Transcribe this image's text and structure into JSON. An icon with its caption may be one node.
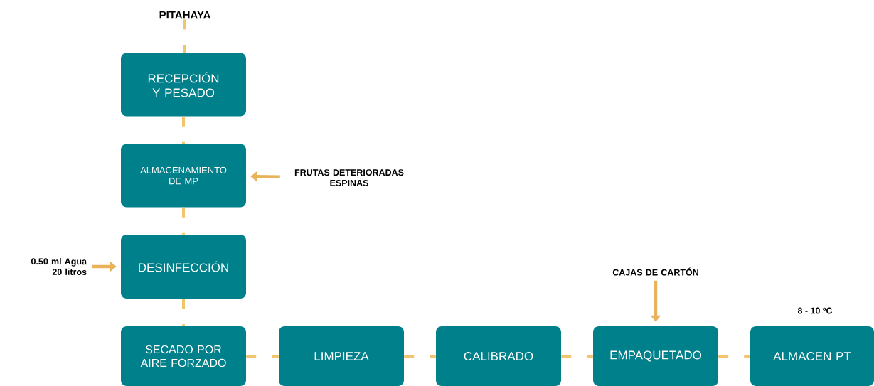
{
  "diagram": {
    "nodes": [
      {
        "text": [
          "PITAHAYA"
        ]
      },
      {
        "text": [
          "RECEPCIÓN Y PESADO"
        ]
      },
      {
        "text": [
          "ALMACENAMIENTO DE MP"
        ]
      },
      {
        "text": [
          "FRUTAS DETERIORADAS ESPINAS"
        ]
      },
      {
        "text": [
          "DESINFECCIÓN"
        ]
      },
      {
        "text": [
          "0.50 ml Agua 20 litros"
        ]
      },
      {
        "text": [
          "SECADO POR AIRE FORZADO"
        ]
      },
      {
        "text": [
          "LIMPIEZA"
        ]
      },
      {
        "text": [
          "CALIBRADO"
        ]
      },
      {
        "text": [
          "CAJAS DE CARTÓN"
        ]
      },
      {
        "text": [
          "EMPAQUETADO"
        ]
      },
      {
        "text": [
          "ALMACEN PT"
        ],
        "beside": [
          "8 - 10 ºC"
        ]
      }
    ],
    "edges": [
      {
        "from": 0,
        "to": 1,
        "arrow": "none",
        "style": "dashed"
      },
      {
        "from": 1,
        "to": 2,
        "arrow": "none",
        "style": "dashed"
      },
      {
        "from": 3,
        "to": 2,
        "arrow": "to"
      },
      {
        "from": 2,
        "to": 4,
        "arrow": "none",
        "style": "dashed"
      },
      {
        "from": 5,
        "to": 4,
        "arrow": "to"
      },
      {
        "from": 4,
        "to": 6,
        "arrow": "none",
        "style": "dashed"
      },
      {
        "from": 6,
        "to": 7,
        "arrow": "none",
        "style": "dashed"
      },
      {
        "from": 7,
        "to": 8,
        "arrow": "none",
        "style": "dashed"
      },
      {
        "from": 8,
        "to": 10,
        "arrow": "none",
        "style": "dashed"
      },
      {
        "from": 9,
        "to": 10,
        "arrow": "to"
      },
      {
        "from": 10,
        "to": 11,
        "arrow": "none",
        "style": "dashed"
      }
    ]
  }
}
